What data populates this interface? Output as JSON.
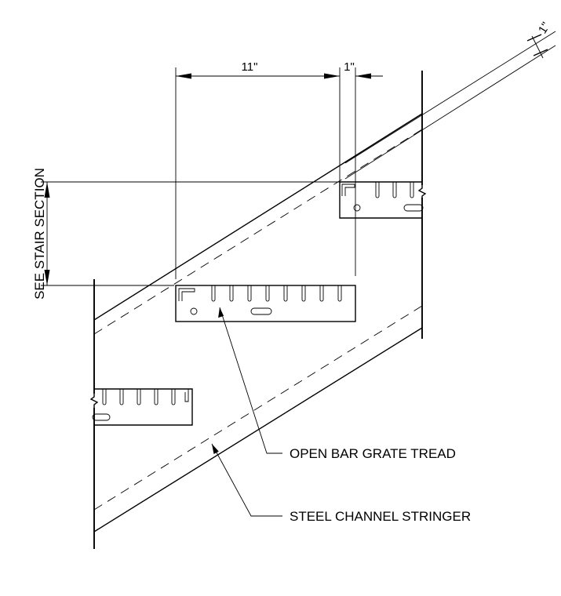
{
  "drawing": {
    "dimensions": {
      "tread_depth": "11\"",
      "nosing": "1\"",
      "thickness": "1\""
    },
    "vertical_note": "SEE STAIR SECTION",
    "callouts": {
      "tread": "OPEN BAR GRATE TREAD",
      "stringer": "STEEL CHANNEL STRINGER"
    }
  }
}
